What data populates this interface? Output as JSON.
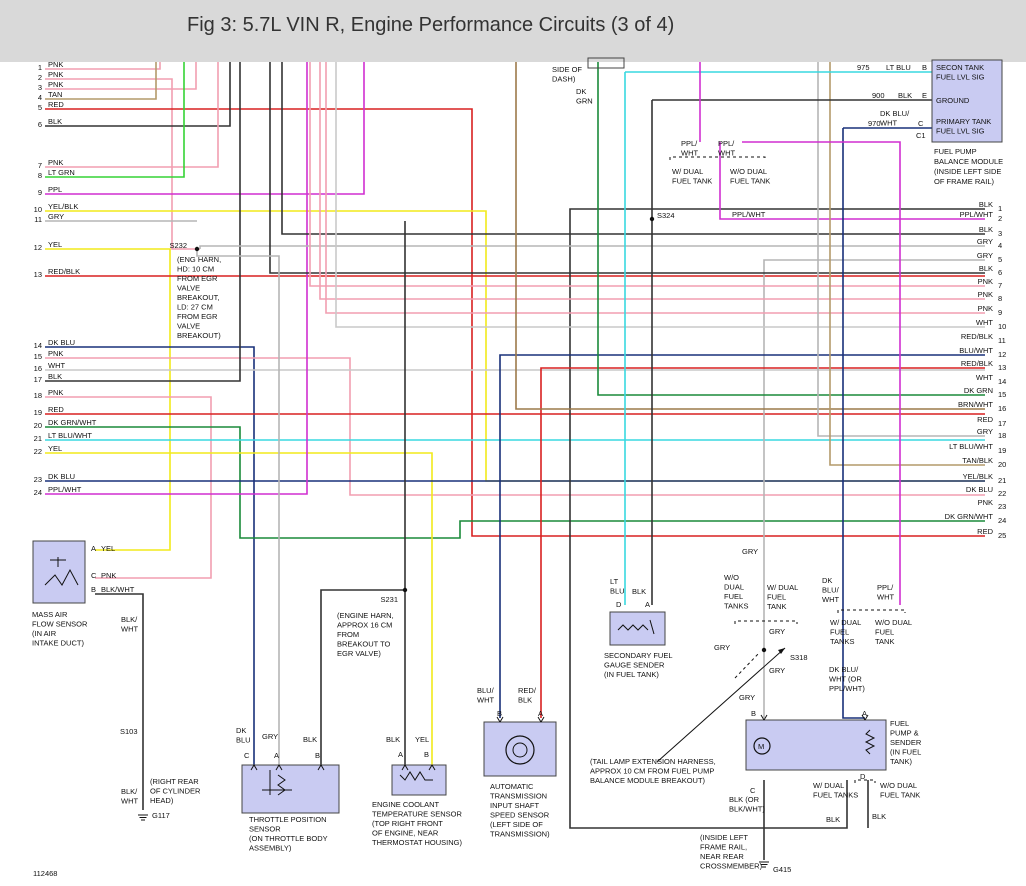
{
  "title": "Fig 3: 5.7L VIN R, Engine Performance Circuits (3 of 4)",
  "figure_number": "112468",
  "colors": {
    "PNK": "#f29eb1",
    "TAN": "#b49a6a",
    "RED": "#d92121",
    "BLK": "#333333",
    "LT GRN": "#35d335",
    "PPL": "#d02fd0",
    "YEL": "#f2ea1a",
    "GRY": "#b5b5b5",
    "DK BLU": "#18307a",
    "WHT": "#c9c9c9",
    "DK GRN": "#1a8a3a",
    "LT BLU": "#38d8e0",
    "BRN": "#9c7a4a",
    "PPL/WHT": "#d02fd0",
    "box_fill": "#c9cbf2",
    "box_stroke": "#444444"
  },
  "left_pins": [
    {
      "n": "1",
      "label": "PNK",
      "color": "PNK"
    },
    {
      "n": "2",
      "label": "PNK",
      "color": "PNK"
    },
    {
      "n": "3",
      "label": "PNK",
      "color": "PNK"
    },
    {
      "n": "4",
      "label": "TAN",
      "color": "TAN"
    },
    {
      "n": "5",
      "label": "RED",
      "color": "RED"
    },
    {
      "n": "6",
      "label": "BLK",
      "color": "BLK"
    },
    {
      "n": "7",
      "label": "PNK",
      "color": "PNK"
    },
    {
      "n": "8",
      "label": "LT GRN",
      "color": "LT GRN"
    },
    {
      "n": "9",
      "label": "PPL",
      "color": "PPL"
    },
    {
      "n": "10",
      "label": "YEL/BLK",
      "color": "YEL"
    },
    {
      "n": "11",
      "label": "GRY",
      "color": "GRY"
    },
    {
      "n": "12",
      "label": "YEL",
      "color": "YEL"
    },
    {
      "n": "13",
      "label": "RED/BLK",
      "color": "RED"
    },
    {
      "n": "14",
      "label": "DK BLU",
      "color": "DK BLU"
    },
    {
      "n": "15",
      "label": "PNK",
      "color": "PNK"
    },
    {
      "n": "16",
      "label": "WHT",
      "color": "WHT"
    },
    {
      "n": "17",
      "label": "BLK",
      "color": "BLK"
    },
    {
      "n": "18",
      "label": "PNK",
      "color": "PNK"
    },
    {
      "n": "19",
      "label": "RED",
      "color": "RED"
    },
    {
      "n": "20",
      "label": "DK GRN/WHT",
      "color": "DK GRN"
    },
    {
      "n": "21",
      "label": "LT BLU/WHT",
      "color": "LT BLU"
    },
    {
      "n": "22",
      "label": "YEL",
      "color": "YEL"
    },
    {
      "n": "23",
      "label": "DK BLU",
      "color": "DK BLU"
    },
    {
      "n": "24",
      "label": "PPL/WHT",
      "color": "PPL"
    }
  ],
  "right_pins": [
    {
      "n": "1",
      "label": "BLK",
      "color": "BLK"
    },
    {
      "n": "2",
      "label": "PPL/WHT",
      "color": "PPL"
    },
    {
      "n": "3",
      "label": "BLK",
      "color": "BLK"
    },
    {
      "n": "4",
      "label": "GRY",
      "color": "GRY"
    },
    {
      "n": "5",
      "label": "GRY",
      "color": "GRY"
    },
    {
      "n": "6",
      "label": "BLK",
      "color": "BLK"
    },
    {
      "n": "7",
      "label": "PNK",
      "color": "PNK"
    },
    {
      "n": "8",
      "label": "PNK",
      "color": "PNK"
    },
    {
      "n": "9",
      "label": "PNK",
      "color": "PNK"
    },
    {
      "n": "10",
      "label": "WHT",
      "color": "WHT"
    },
    {
      "n": "11",
      "label": "RED/BLK",
      "color": "RED"
    },
    {
      "n": "12",
      "label": "BLU/WHT",
      "color": "DK BLU"
    },
    {
      "n": "13",
      "label": "RED/BLK",
      "color": "RED"
    },
    {
      "n": "14",
      "label": "WHT",
      "color": "WHT"
    },
    {
      "n": "15",
      "label": "DK GRN",
      "color": "DK GRN"
    },
    {
      "n": "16",
      "label": "BRN/WHT",
      "color": "BRN"
    },
    {
      "n": "17",
      "label": "RED",
      "color": "RED"
    },
    {
      "n": "18",
      "label": "GRY",
      "color": "GRY"
    },
    {
      "n": "19",
      "label": "LT BLU/WHT",
      "color": "LT BLU"
    },
    {
      "n": "20",
      "label": "TAN/BLK",
      "color": "TAN"
    },
    {
      "n": "21",
      "label": "YEL/BLK",
      "color": "YEL"
    },
    {
      "n": "22",
      "label": "DK BLU",
      "color": "DK BLU"
    },
    {
      "n": "23",
      "label": "PNK",
      "color": "PNK"
    },
    {
      "n": "24",
      "label": "DK GRN/WHT",
      "color": "DK GRN"
    },
    {
      "n": "25",
      "label": "RED",
      "color": "RED"
    }
  ],
  "splices": {
    "s232": {
      "id": "S232",
      "note": [
        "(ENG HARN,",
        "HD: 10 CM",
        "FROM EGR",
        "VALVE",
        "BREAKOUT,",
        "LD: 27 CM",
        "FROM EGR",
        "VALVE",
        "BREAKOUT)"
      ]
    },
    "s324": {
      "id": "S324"
    },
    "s231": {
      "id": "S231",
      "note": [
        "(ENGINE HARN,",
        "APPROX 16 CM",
        "FROM",
        "BREAKOUT TO",
        "EGR VALVE)"
      ]
    },
    "s103": {
      "id": "S103"
    },
    "s318": {
      "id": "S318"
    }
  },
  "grounds": {
    "g117": {
      "id": "G117",
      "note": [
        "(RIGHT REAR",
        "OF CYLINDER",
        "HEAD)"
      ],
      "wire": [
        "BLK/",
        "WHT"
      ]
    },
    "g415": {
      "id": "G415",
      "note": [
        "(INSIDE LEFT",
        "FRAME RAIL,",
        "NEAR REAR",
        "CROSSMEMBER)"
      ]
    }
  },
  "top_labels": {
    "side_of_dash": [
      "SIDE OF",
      "DASH)"
    ],
    "dk_grn": [
      "DK",
      "GRN"
    ]
  },
  "balance_module": {
    "rows": [
      {
        "circuit": "975",
        "wire": "LT BLU",
        "pin": "B",
        "label": [
          "SECON TANK",
          "FUEL LVL SIG"
        ]
      },
      {
        "circuit": "900",
        "wire": "BLK",
        "pin": "E",
        "label": [
          "GROUND"
        ]
      },
      {
        "circuit": "970",
        "wire": [
          "DK BLU/",
          "WHT"
        ],
        "pin": "C",
        "label": [
          "PRIMARY TANK",
          "FUEL LVL SIG"
        ]
      }
    ],
    "c1": "C1",
    "name": [
      "FUEL PUMP",
      "BALANCE MODULE",
      "(INSIDE LEFT SIDE",
      "OF FRAME RAIL)"
    ]
  },
  "dual_tank_top": {
    "wire1": [
      "PPL/",
      "WHT"
    ],
    "wire2": [
      "PPL/",
      "WHT"
    ],
    "w_dual": [
      "W/ DUAL",
      "FUEL TANK"
    ],
    "wo_dual": [
      "W/O DUAL",
      "FUEL TANK"
    ],
    "ppl_wht": "PPL/WHT"
  },
  "components": {
    "maf": {
      "pins": [
        {
          "p": "A",
          "wire": "YEL"
        },
        {
          "p": "C",
          "wire": "PNK"
        },
        {
          "p": "B",
          "wire": "BLK/WHT"
        }
      ],
      "wire_down": [
        "BLK/",
        "WHT"
      ],
      "name": [
        "MASS AIR",
        "FLOW SENSOR",
        "(IN AIR",
        "INTAKE DUCT)"
      ]
    },
    "tps": {
      "wires": [
        {
          "p": "C",
          "wire": [
            "DK",
            "BLU"
          ]
        },
        {
          "p": "A",
          "wire": [
            "GRY"
          ]
        },
        {
          "p": "B",
          "wire": [
            "BLK"
          ]
        }
      ],
      "name": [
        "THROTTLE POSITION",
        "SENSOR",
        "(ON THROTTLE BODY",
        "ASSEMBLY)"
      ]
    },
    "ect": {
      "wires": [
        {
          "p": "A",
          "wire": "BLK"
        },
        {
          "p": "B",
          "wire": "YEL"
        }
      ],
      "name": [
        "ENGINE COOLANT",
        "TEMPERATURE SENSOR",
        "(TOP RIGHT FRONT",
        "OF ENGINE, NEAR",
        "THERMOSTAT HOUSING)"
      ]
    },
    "issp": {
      "wires": [
        {
          "p": "B",
          "wire": [
            "BLU/",
            "WHT"
          ]
        },
        {
          "p": "A",
          "wire": [
            "RED/",
            "BLK"
          ]
        }
      ],
      "name": [
        "AUTOMATIC",
        "TRANSMISSION",
        "INPUT SHAFT",
        "SPEED SENSOR",
        "(LEFT SIDE OF",
        "TRANSMISSION)"
      ]
    },
    "sec_gauge": {
      "wires": [
        {
          "p": "D",
          "wire": [
            "LT",
            "BLU"
          ]
        },
        {
          "p": "A",
          "wire": [
            "BLK"
          ]
        }
      ],
      "name": [
        "SECONDARY FUEL",
        "GAUGE SENDER",
        "(IN FUEL TANK)"
      ]
    },
    "pump": {
      "pins": {
        "b": "B",
        "a": "A",
        "c": "C",
        "d": "D"
      },
      "name": [
        "FUEL",
        "PUMP &",
        "SENDER",
        "(IN FUEL",
        "TANK)"
      ]
    }
  },
  "lower_right": {
    "gry_top": "GRY",
    "wo_dual_tanks": [
      "W/O",
      "DUAL",
      "FUEL",
      "TANKS"
    ],
    "w_dual_tank": [
      "W/ DUAL",
      "FUEL",
      "TANK"
    ],
    "gry_a": "GRY",
    "gry_b": "GRY",
    "gry_c": "GRY",
    "gry_d": "GRY",
    "dk_blu_wht": [
      "DK",
      "BLU/",
      "WHT"
    ],
    "ppl_wht": [
      "PPL/",
      "WHT"
    ],
    "w_dual_tanks2": [
      "W/ DUAL",
      "FUEL",
      "TANKS"
    ],
    "wo_dual_tank2": [
      "W/O DUAL",
      "FUEL",
      "TANK"
    ],
    "dk_blu_wht_or": [
      "DK BLU/",
      "WHT (OR",
      "PPL/WHT)"
    ],
    "tail_lamp": [
      "(TAIL LAMP EXTENSION HARNESS,",
      "APPROX 10 CM FROM FUEL PUMP",
      "BALANCE MODULE BREAKOUT)"
    ],
    "blk_or": [
      "BLK (OR",
      "BLK/WHT)"
    ],
    "w_dual_tanks3": [
      "W/ DUAL",
      "FUEL TANKS"
    ],
    "wo_dual_tank3": [
      "W/O DUAL",
      "FUEL TANK"
    ],
    "blk1": "BLK",
    "blk2": "BLK"
  }
}
